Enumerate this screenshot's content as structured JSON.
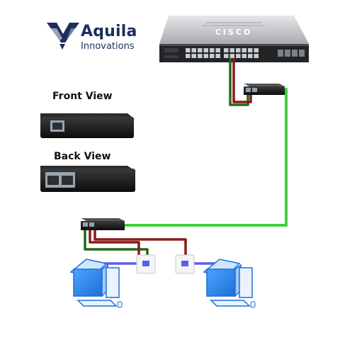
{
  "brand": {
    "name": "Aquila",
    "tagline": "Innovations",
    "logo_icon": "aquila-wing-logo",
    "color": "#1c2f5c"
  },
  "switch": {
    "logo_text": "CISCO",
    "icon": "network-switch"
  },
  "views": {
    "front": "Front View",
    "back": "Back View"
  },
  "cable_colors": {
    "uplink": "#3fd13f",
    "data": "#8b1a1a",
    "power": "#1f6b1f",
    "lan": "#5a5cf0"
  },
  "icons": {
    "splitter": "poe-splitter",
    "wall_jack": "wall-jack",
    "computer": "desktop-computer"
  }
}
